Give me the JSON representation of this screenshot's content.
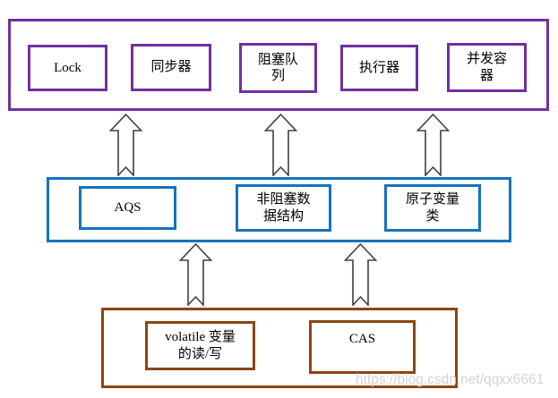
{
  "watermark": "https://blog.csdn.net/qqxx6661",
  "colors": {
    "top_layer": "#7030A0",
    "middle_layer": "#1473BE",
    "bottom_layer": "#8B4513",
    "arrow_outline": "#404040"
  },
  "layers": {
    "top": {
      "boxes": [
        {
          "label": "Lock"
        },
        {
          "label": "同步器"
        },
        {
          "label": "阻塞队\n列"
        },
        {
          "label": "执行器"
        },
        {
          "label": "并发容\n器"
        }
      ]
    },
    "middle": {
      "boxes": [
        {
          "label": "AQS"
        },
        {
          "label": "非阻塞数\n据结构"
        },
        {
          "label": "原子变量\n类"
        }
      ]
    },
    "bottom": {
      "boxes": [
        {
          "label": "volatile 变量\n的读/写"
        },
        {
          "label": "CAS"
        }
      ]
    }
  }
}
